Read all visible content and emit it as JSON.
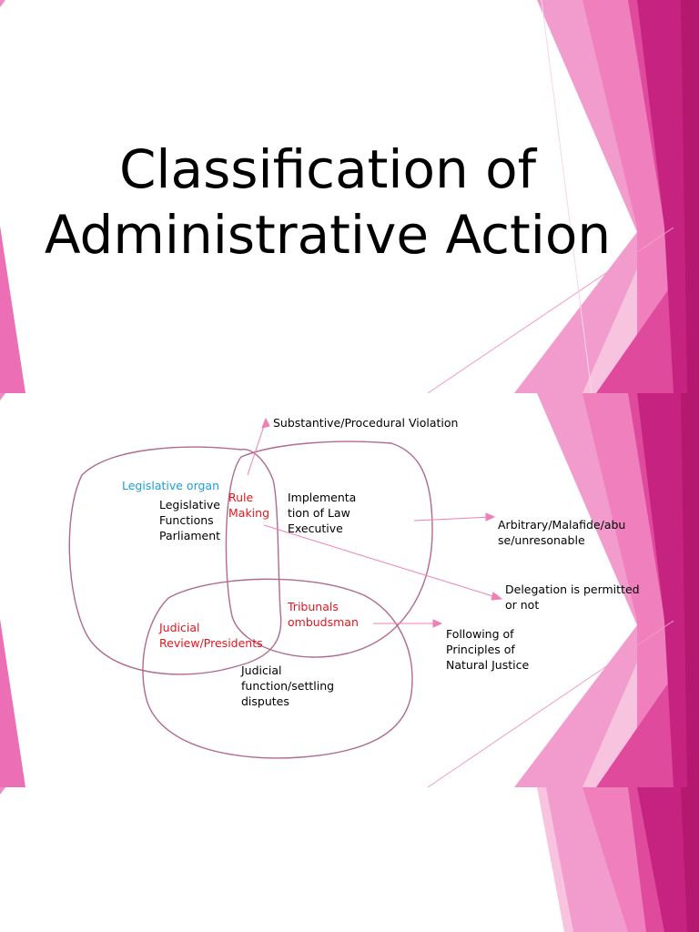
{
  "slide1": {
    "title_line1": "Classification of",
    "title_line2": "Administrative Action"
  },
  "slide2": {
    "labels": {
      "substantive": "Substantive/Procedural Violation",
      "legislative_organ": "Legislative organ",
      "legislative_functions": "Legislative\nFunctions\nParliament",
      "rule_making": "Rule\nMaking",
      "implementation": "Implementa\ntion of Law\nExecutive",
      "arbitrary": "Arbitrary/Malafide/abu\nse/unresonable",
      "delegation": "Delegation is permitted\nor not",
      "tribunals": "Tribunals\nombudsman",
      "judicial_review": "Judicial\nReview/Presidents",
      "following": "Following of\nPrinciples of\nNatural Justice",
      "judicial_function": "Judicial\nfunction/settling\ndisputes"
    }
  },
  "colors": {
    "magenta_dark": "#b5186f",
    "magenta": "#d62587",
    "pink": "#ef88c4",
    "pink_light": "#f7c3df",
    "outline": "#b06a8e",
    "arrow": "#ef7fb5",
    "label_red": "#e8141e",
    "label_cyan": "#1a9fd9"
  }
}
